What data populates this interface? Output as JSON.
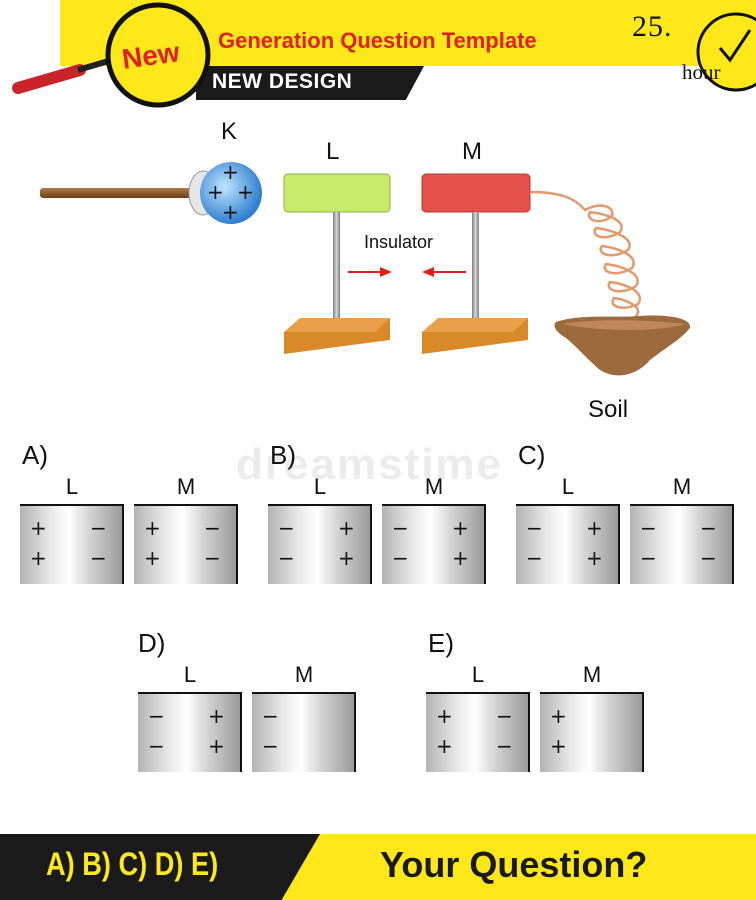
{
  "header": {
    "badge": "New",
    "title": "Generation Question Template",
    "subtitle": "NEW DESIGN",
    "clock_number": "25.",
    "clock_unit": "hour"
  },
  "apparatus": {
    "sphere_label": "K",
    "plate_l_label": "L",
    "plate_m_label": "M",
    "insulator_label": "Insulator",
    "ground_label": "Soil",
    "sphere_charges": [
      "+",
      "+",
      "+",
      "+"
    ]
  },
  "watermark": "dreamstime",
  "options": [
    {
      "letter": "A)",
      "L": {
        "left": [
          "+",
          "+"
        ],
        "right": [
          "−",
          "−"
        ]
      },
      "M": {
        "left": [
          "+",
          "+"
        ],
        "right": [
          "−",
          "−"
        ]
      }
    },
    {
      "letter": "B)",
      "L": {
        "left": [
          "−",
          "−"
        ],
        "right": [
          "+",
          "+"
        ]
      },
      "M": {
        "left": [
          "−",
          "−"
        ],
        "right": [
          "+",
          "+"
        ]
      }
    },
    {
      "letter": "C)",
      "L": {
        "left": [
          "−",
          "−"
        ],
        "right": [
          "+",
          "+"
        ]
      },
      "M": {
        "left": [
          "−",
          "−"
        ],
        "right": [
          "−",
          "−"
        ]
      }
    },
    {
      "letter": "D)",
      "L": {
        "left": [
          "−",
          "−"
        ],
        "right": [
          "+",
          "+"
        ]
      },
      "M": {
        "left": [
          "−",
          "−"
        ],
        "right": []
      }
    },
    {
      "letter": "E)",
      "L": {
        "left": [
          "+",
          "+"
        ],
        "right": [
          "−",
          "−"
        ]
      },
      "M": {
        "left": [
          "+",
          "+"
        ],
        "right": []
      }
    }
  ],
  "option_plate_labels": {
    "L": "L",
    "M": "M"
  },
  "footer": {
    "answers": "A) B) C) D) E)",
    "question": "Your Question?"
  },
  "colors": {
    "yellow": "#ffe81a",
    "black": "#1a1a1a",
    "red": "#e0201e",
    "plate_l": "#c8ec6a",
    "plate_m": "#e5504a",
    "base": "#d98a28"
  }
}
